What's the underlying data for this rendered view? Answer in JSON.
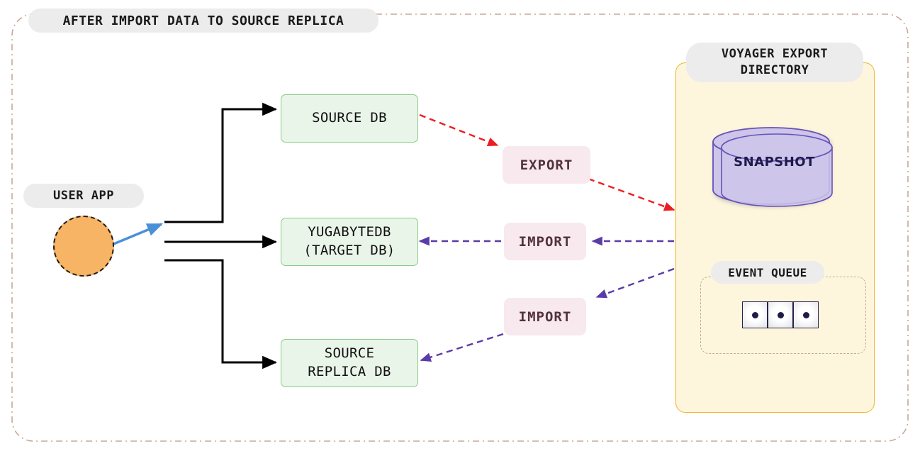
{
  "diagram": {
    "title": "AFTER IMPORT DATA TO SOURCE REPLICA",
    "outer_border_color": "#c9a89a"
  },
  "user_app": {
    "label": "USER APP",
    "shape": "circle",
    "fill_color": "#f7b464",
    "border_color": "#1b1b1b",
    "connector_color": "#4a90d9"
  },
  "databases": [
    {
      "name": "source-db",
      "label": "SOURCE DB",
      "lines": [
        "SOURCE DB"
      ],
      "fill_color": "#eaf5ea",
      "border_color": "#86cc86"
    },
    {
      "name": "yugabytedb-target",
      "label": "YUGABYTEDB (TARGET DB)",
      "lines": [
        "YUGABYTEDB",
        "(TARGET DB)"
      ],
      "fill_color": "#eaf5ea",
      "border_color": "#86cc86"
    },
    {
      "name": "source-replica-db",
      "label": "SOURCE REPLICA DB",
      "lines": [
        "SOURCE",
        "REPLICA DB"
      ],
      "fill_color": "#eaf5ea",
      "border_color": "#86cc86"
    }
  ],
  "actions": [
    {
      "name": "export",
      "label": "EXPORT",
      "from": "SOURCE DB",
      "to": "VOYAGER EXPORT DIRECTORY",
      "arrow_color": "#ef1c20",
      "bg_color": "#f7e9ee"
    },
    {
      "name": "import-target",
      "label": "IMPORT",
      "from": "VOYAGER EXPORT DIRECTORY",
      "to": "YUGABYTEDB (TARGET DB)",
      "arrow_color": "#5b3ba8",
      "bg_color": "#f7e9ee"
    },
    {
      "name": "import-replica",
      "label": "IMPORT",
      "from": "VOYAGER EXPORT DIRECTORY",
      "to": "SOURCE REPLICA DB",
      "arrow_color": "#5b3ba8",
      "bg_color": "#f7e9ee"
    }
  ],
  "voyager": {
    "title": "VOYAGER EXPORT DIRECTORY",
    "title_lines": [
      "VOYAGER EXPORT",
      "DIRECTORY"
    ],
    "panel_fill": "#fdf6dd",
    "panel_border": "#f0b429",
    "snapshot": {
      "label": "SNAPSHOT",
      "shape": "cylinder",
      "fill_color": "#cdc5ea",
      "border_color": "#6a51b8",
      "text_color": "#1e1b4b"
    },
    "event_queue": {
      "label": "EVENT QUEUE",
      "cell_count": 3,
      "cells": [
        "event",
        "event",
        "event"
      ],
      "border_color": "#c9a89a",
      "cell_border_color": "#262349"
    }
  }
}
